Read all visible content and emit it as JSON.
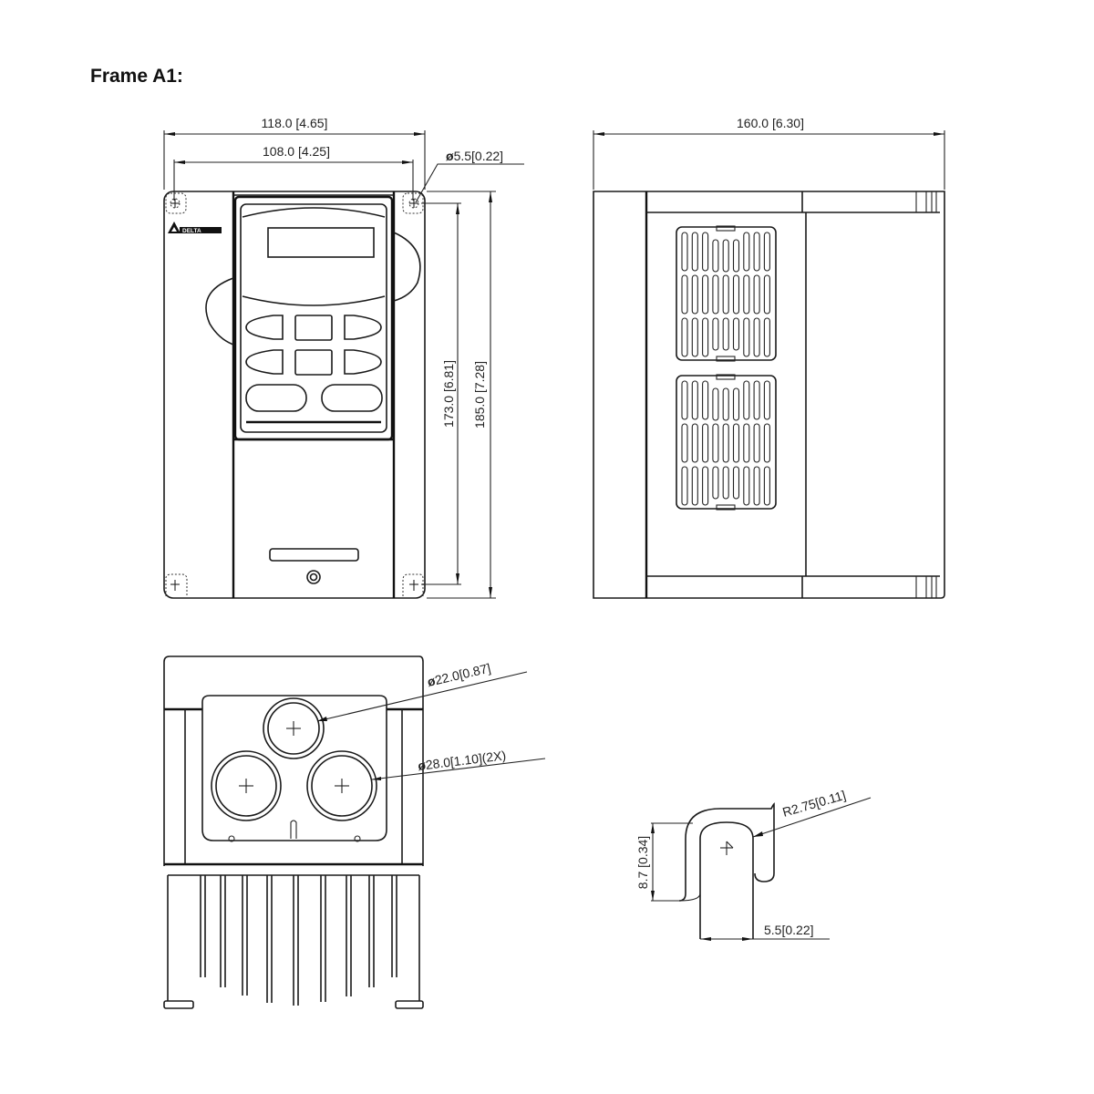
{
  "title": "Frame A1:",
  "front_view": {
    "brand_logo": "DELTA",
    "dimensions": {
      "overall_width": "118.0 [4.65]",
      "mounting_hole_spacing_width": "108.0 [4.25]",
      "mounting_hole_diameter": "5.5[0.22]",
      "mounting_hole_spacing_height": "173.0 [6.81]",
      "overall_height": "185.0 [7.28]"
    }
  },
  "side_view": {
    "dimensions": {
      "overall_depth": "160.0 [6.30]"
    }
  },
  "bottom_view": {
    "dimensions": {
      "small_knockout": "22.0[0.87]",
      "large_knockout": "28.0[1.10](2X)"
    }
  },
  "mounting_slot_detail": {
    "dimensions": {
      "radius": "R2.75[0.11]",
      "slot_height": "8.7 [0.34]",
      "slot_width": "5.5[0.22]"
    }
  },
  "symbols": {
    "diameter": "ø"
  }
}
